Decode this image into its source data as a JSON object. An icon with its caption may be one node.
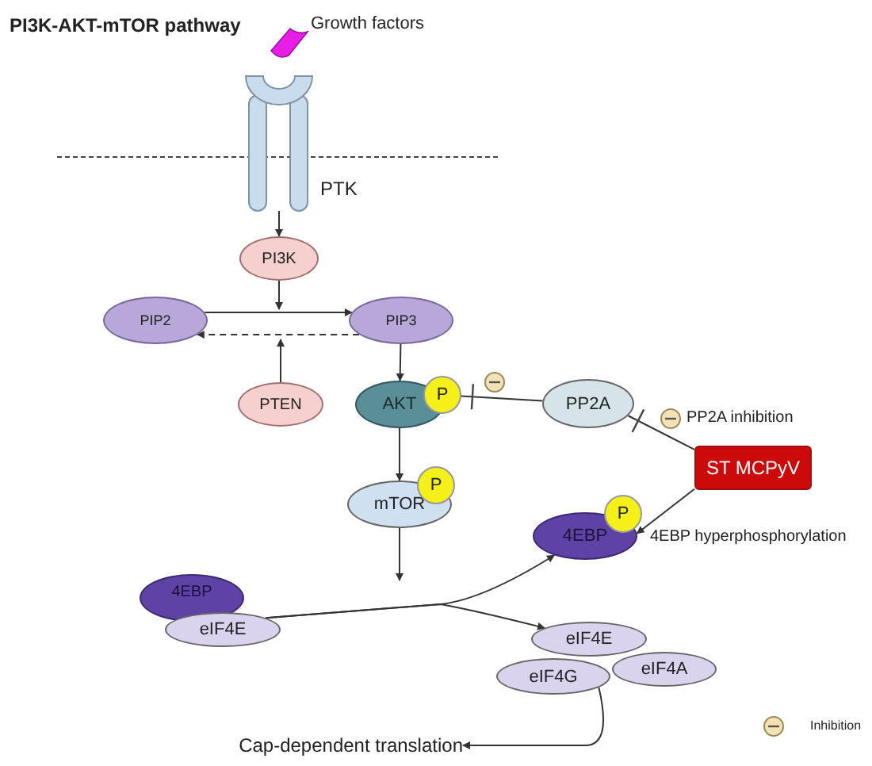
{
  "diagram": {
    "title": "PI3K-AKT-mTOR pathway",
    "nodes": [
      {
        "text": [
          "PTK"
        ]
      },
      {
        "text": [
          "PI3K"
        ]
      },
      {
        "text": [
          "PIP2"
        ]
      },
      {
        "text": [
          "PIP3"
        ]
      },
      {
        "text": [
          "PTEN"
        ]
      },
      {
        "text": [
          "AKT"
        ]
      },
      {
        "text": [
          "P"
        ]
      },
      {
        "text": [
          "PP2A"
        ]
      },
      {
        "text": [
          "ST MCPyV"
        ]
      },
      {
        "text": [
          "mTOR"
        ]
      },
      {
        "text": [
          "P"
        ]
      },
      {
        "text": [
          "4EBP"
        ]
      },
      {
        "text": [
          "P"
        ]
      },
      {
        "text": [
          "4EBP"
        ]
      },
      {
        "text": [
          "eIF4E"
        ]
      },
      {
        "text": [
          "eIF4E"
        ]
      },
      {
        "text": [
          "eIF4G"
        ]
      },
      {
        "text": [
          "eIF4A"
        ]
      },
      {
        "text": [
          "Cap-dependent translation"
        ]
      }
    ],
    "edges": [
      {
        "from": 0,
        "to": 1,
        "arrow": "to"
      },
      {
        "from": 1,
        "to": null,
        "arrow": "to"
      },
      {
        "from": 2,
        "to": 3,
        "arrow": "to"
      },
      {
        "from": 3,
        "to": 2,
        "arrow": "to",
        "style": "dashed"
      },
      {
        "from": 4,
        "to": null,
        "arrow": "to"
      },
      {
        "from": 3,
        "to": 5,
        "arrow": "to"
      },
      {
        "from": 7,
        "to": 6,
        "arrow": "other"
      },
      {
        "from": 8,
        "to": 7,
        "arrow": "other"
      },
      {
        "from": 8,
        "to": 11,
        "arrow": "to"
      },
      {
        "from": 5,
        "to": 9,
        "arrow": "to"
      },
      {
        "from": 9,
        "to": null,
        "arrow": "to"
      },
      {
        "from": 14,
        "to": 11,
        "arrow": "to"
      },
      {
        "from": 14,
        "to": 15,
        "arrow": "to"
      },
      {
        "from": 16,
        "to": 18,
        "arrow": "to"
      }
    ],
    "labels": [
      "Growth factors",
      "PP2A inhibition",
      "4EBP hyperphosphorylation"
    ],
    "legend": [
      {
        "text": "Inhibition"
      }
    ]
  }
}
